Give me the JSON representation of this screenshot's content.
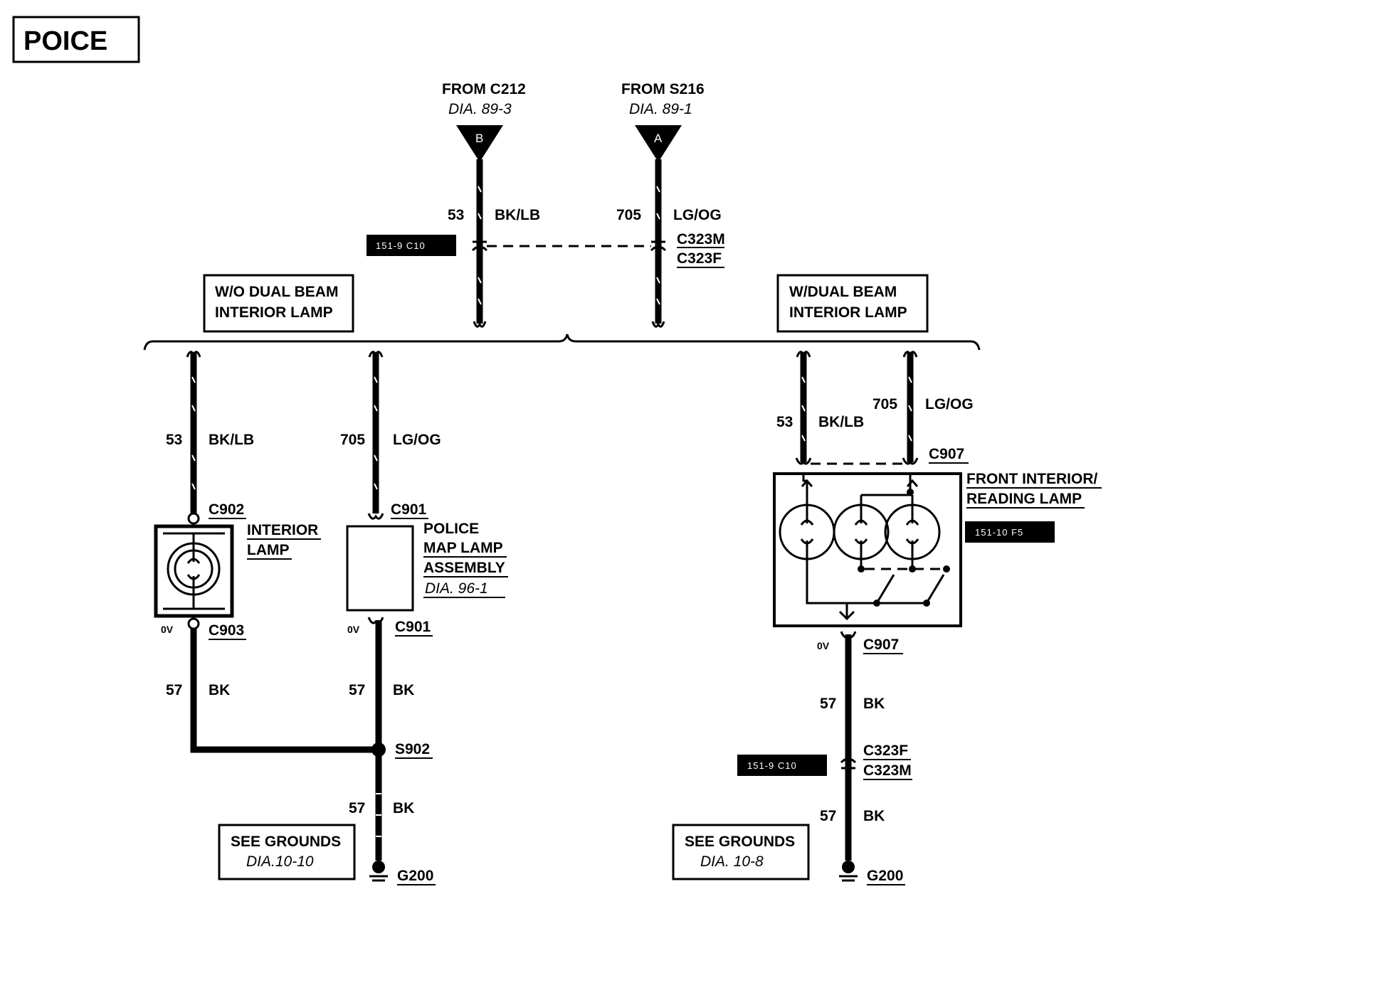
{
  "title": "POICE",
  "sources": {
    "left": {
      "from": "FROM C212",
      "dia": "DIA. 89-3",
      "pin": "B"
    },
    "right": {
      "from": "FROM S216",
      "dia": "DIA. 89-1",
      "pin": "A"
    }
  },
  "wires": {
    "top_left": {
      "num": "53",
      "color": "BK/LB"
    },
    "top_right": {
      "num": "705",
      "color": "LG/OG"
    },
    "c323_top": "C323M",
    "c323_bottom": "C323F",
    "locator_top": "151-9 C10"
  },
  "option_boxes": {
    "without": {
      "line1": "W/O DUAL BEAM",
      "line2": "INTERIOR LAMP"
    },
    "with": {
      "line1": "W/DUAL BEAM",
      "line2": "INTERIOR LAMP"
    }
  },
  "left_circuit": {
    "wire1": {
      "num": "53",
      "color": "BK/LB"
    },
    "wire2": {
      "num": "705",
      "color": "LG/OG"
    },
    "c902": "C902",
    "c901a": "C901",
    "c901b": "C901",
    "c903": "C903",
    "interior_lamp": {
      "line1": "INTERIOR",
      "line2": "LAMP"
    },
    "map_lamp": {
      "line1": "POLICE",
      "line2": "MAP LAMP",
      "line3": "ASSEMBLY",
      "dia": "DIA. 96-1"
    },
    "volt1": "0V",
    "volt2": "0V",
    "ground_wire1": {
      "num": "57",
      "color": "BK"
    },
    "ground_wire2": {
      "num": "57",
      "color": "BK"
    },
    "splice": "S902",
    "ground_wire3": {
      "num": "57",
      "color": "BK"
    },
    "see_grounds": {
      "line1": "SEE GROUNDS",
      "dia": "DIA.10-10"
    },
    "ground": "G200"
  },
  "right_circuit": {
    "wire1": {
      "num": "53",
      "color": "BK/LB"
    },
    "wire2": {
      "num": "705",
      "color": "LG/OG"
    },
    "c907a": "C907",
    "lamp": {
      "line1": "FRONT INTERIOR/",
      "line2": "READING LAMP"
    },
    "locator": "151-10 F5",
    "volt": "0V",
    "c907b": "C907",
    "ground_wire1": {
      "num": "57",
      "color": "BK"
    },
    "c323_top": "C323F",
    "c323_bottom": "C323M",
    "locator2": "151-9 C10",
    "ground_wire2": {
      "num": "57",
      "color": "BK"
    },
    "see_grounds": {
      "line1": "SEE GROUNDS",
      "dia": "DIA. 10-8"
    },
    "ground": "G200"
  }
}
